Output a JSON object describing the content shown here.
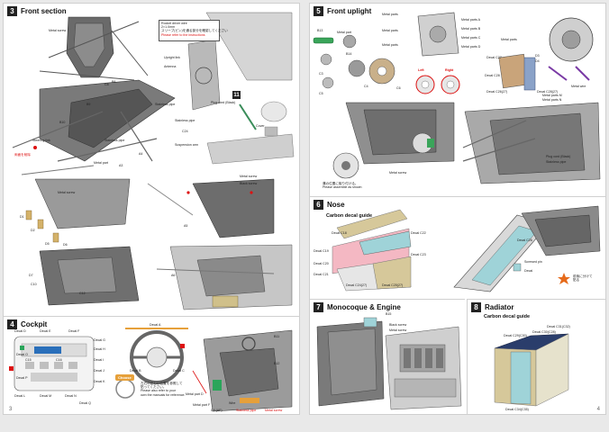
{
  "left_page": {
    "page_number": "3",
    "sections": {
      "front_section": {
        "number": "3",
        "title": "Front section",
        "callout_lines": [
          "Rocket driver wire",
          "2×1.0mm",
          "スリーブ(ピン)を通る部分を確認してください",
          "Please refer to the instructions"
        ],
        "labels": [
          "Metal screw",
          "Upright link",
          "Stainless pipe",
          "Antenna",
          "Plug cord (Black)",
          "Stainless pipe",
          "Cover",
          "Suspension arm",
          "Metal screw",
          "Metal part",
          "Steering link",
          "Stainless pipe",
          "Metal screw",
          "Black screw"
        ],
        "part_codes": [
          "B8",
          "B9",
          "B10",
          "C24",
          "D1",
          "D2",
          "D5",
          "D6",
          "D7",
          "C8",
          "A3",
          "A4",
          "A5",
          "A6",
          "C10",
          "C12"
        ],
        "badges": [
          "11"
        ],
        "warning": "両面を削除"
      },
      "cockpit": {
        "number": "4",
        "title": "Cockpit",
        "decal_labels": [
          "Decal D",
          "Decal E",
          "Decal F",
          "Decal G",
          "Decal H",
          "Decal I",
          "Decal J",
          "Decal K",
          "Decal L",
          "Decal M",
          "Decal N",
          "Decal O",
          "Decal P",
          "Decal Q"
        ],
        "choose_label": "Choose",
        "note_lines": [
          "左右の正しい位置を参照して",
          "貼ってください。",
          "Please also refer to your",
          "own the manuals for reference."
        ],
        "steering_labels": [
          "Decal A",
          "Decal B",
          "Decal C"
        ],
        "bottom_labels": [
          "Metal part D",
          "Metal part F",
          "Wire",
          "C9 (AF)",
          "Stainless pipe",
          "Metal screw"
        ],
        "part_codes": [
          "B11",
          "B12",
          "C15",
          "C16"
        ]
      }
    }
  },
  "right_page": {
    "page_number": "4",
    "sections": {
      "front_upright": {
        "number": "5",
        "title": "Front uplight",
        "labels": [
          "Metal parts",
          "Metal parts",
          "Metal parts",
          "Metal parts A",
          "Metal parts B",
          "Metal parts C",
          "Metal parts D",
          "Metal part",
          "Metal parts",
          "Metal wire",
          "Decal C28",
          "Decal C27",
          "Decal C26(27)",
          "Decal C28(27)",
          "Metal parts M",
          "Metal parts N",
          "Plug cord (Black)",
          "Stainless pipe",
          "Metal screw"
        ],
        "left_right": [
          "Left",
          "Right"
        ],
        "note_lines": [
          "溝の位置に取り付ける。",
          "Please assemble as shown"
        ],
        "part_codes": [
          "B13",
          "B14",
          "C3",
          "C4",
          "C5",
          "C6",
          "D3",
          "D4"
        ]
      },
      "nose": {
        "number": "6",
        "title": "Nose",
        "subtitle": "Carbon decal guide",
        "labels": [
          "Decal C19",
          "Decal C18",
          "Decal C20",
          "Decal C21",
          "Decal C22",
          "Decal C23",
          "Decal C24(27)",
          "Decal C25(27)",
          "Decal C26",
          "Screwed pin",
          "Decal"
        ],
        "warning_note": [
          "前後に分けて",
          "貼る"
        ]
      },
      "monocoque": {
        "number": "7",
        "title": "Monocoque & Engine",
        "labels": [
          "Black screw",
          "Metal screw",
          "B15"
        ]
      },
      "radiator": {
        "number": "8",
        "title": "Radiator",
        "subtitle": "Carbon decal guide",
        "labels": [
          "Decal C29(C30)",
          "Decal C31(C32)",
          "Decal C30(C28)",
          "Decal C34(C35)"
        ]
      }
    }
  },
  "colors": {
    "number_box": "#222222",
    "accent_red": "#dd1111",
    "decal_pink": "#f4b8c3",
    "decal_teal": "#9fd3d8",
    "decal_gold": "#d6c89a",
    "radiator_blue": "#2a3d6b"
  },
  "icons": [
    "screwdriver-icon",
    "warning-icon",
    "star-icon"
  ]
}
